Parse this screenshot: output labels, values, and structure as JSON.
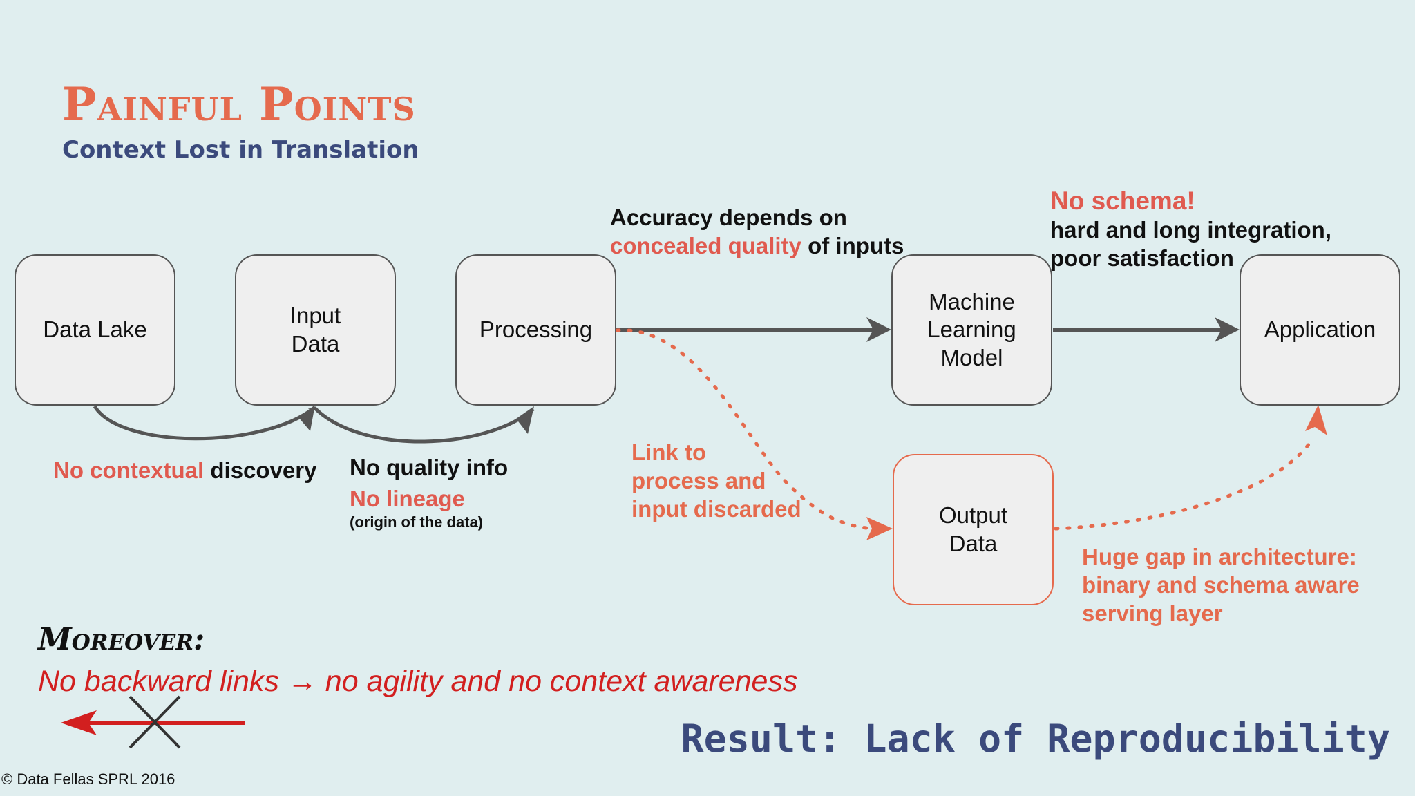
{
  "slide": {
    "title": "Painful Points",
    "subtitle": "Context Lost in Translation"
  },
  "nodes": {
    "data_lake": "Data Lake",
    "input_data": [
      "Input",
      "Data"
    ],
    "processing": "Processing",
    "ml_model": [
      "Machine",
      "Learning",
      "Model"
    ],
    "application": "Application",
    "output_data": [
      "Output",
      "Data"
    ]
  },
  "annotations": {
    "accuracy_line1": "Accuracy depends on",
    "accuracy_red": "concealed quality",
    "accuracy_rest": " of inputs",
    "no_schema": "No schema!",
    "schema_line1": "hard and long integration,",
    "schema_line2": "poor satisfaction",
    "no_contextual_red": "No contextual",
    "no_contextual_rest": " discovery",
    "no_quality": "No quality info",
    "no_lineage": "No lineage",
    "lineage_note": "(origin of the data)",
    "link_line1": "Link to",
    "link_line2": "process and",
    "link_line3": "input discarded",
    "gap_line1": "Huge gap in architecture:",
    "gap_line2": "binary and schema aware",
    "gap_line3": "serving layer"
  },
  "footer": {
    "moreover": "Moreover:",
    "backward_links": "No backward links → no agility and no context awareness",
    "result": "Result: Lack of Reproducibility",
    "copyright": "© Data Fellas SPRL 2016"
  },
  "colors": {
    "background": "#e0eeef",
    "accent_orange": "#e56a4d",
    "accent_red": "#e05a4f",
    "navy": "#3b4a7c",
    "arrow_gray": "#555555",
    "strike_red": "#d21f1f"
  }
}
